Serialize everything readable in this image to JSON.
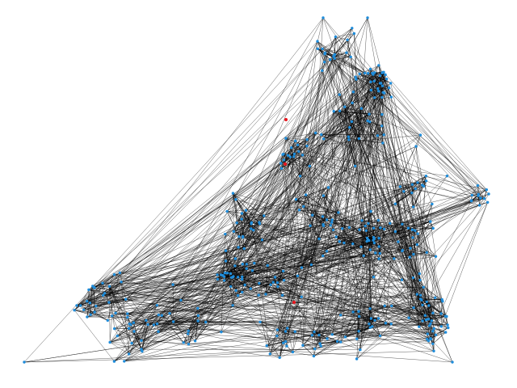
{
  "graph": {
    "type": "network",
    "node_color": "#1f8ddb",
    "highlight_node_color": "#e8141c",
    "edge_color": "#000000",
    "background": "#ffffff",
    "approx_node_count": 360,
    "highlighted_node_count": 3
  }
}
